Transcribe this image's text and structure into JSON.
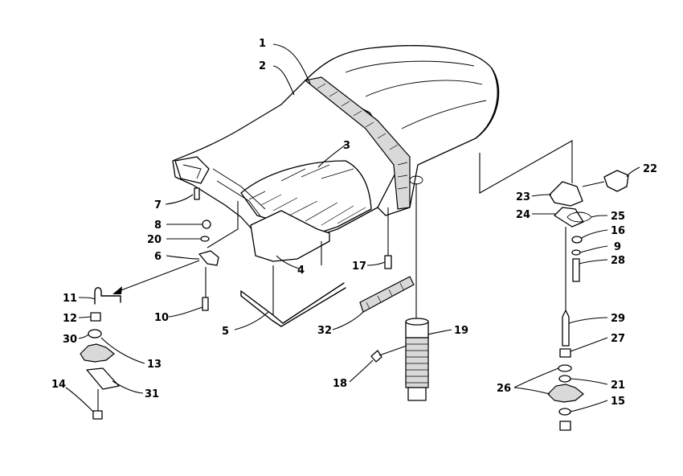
{
  "callouts": {
    "c1": "1",
    "c2": "2",
    "c3": "3",
    "c4": "4",
    "c5": "5",
    "c6": "6",
    "c7": "7",
    "c8": "8",
    "c9": "9",
    "c10": "10",
    "c11": "11",
    "c12": "12",
    "c13": "13",
    "c14": "14",
    "c15": "15",
    "c16": "16",
    "c17": "17",
    "c18": "18",
    "c19": "19",
    "c20": "20",
    "c21": "21",
    "c22": "22",
    "c23": "23",
    "c24": "24",
    "c25": "25",
    "c26": "26",
    "c27": "27",
    "c28": "28",
    "c29": "29",
    "c30": "30",
    "c31": "31",
    "c32": "32"
  },
  "colors": {
    "ink": "#000000",
    "paper": "#ffffff"
  }
}
